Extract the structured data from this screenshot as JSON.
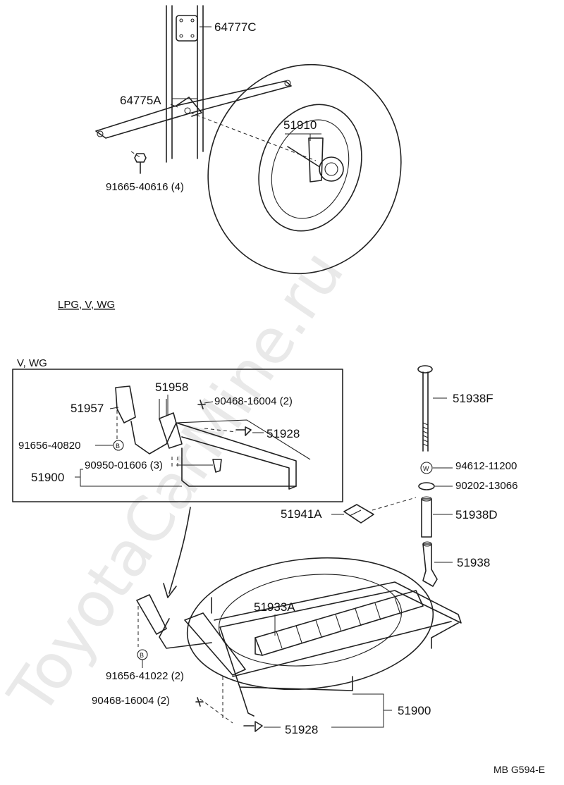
{
  "watermark": "ToyotaCarMine.ru",
  "footer_code": "MB G594-E",
  "section_labels": {
    "variant_main": "LPG, V, WG",
    "variant_inset": "V, WG"
  },
  "callouts": {
    "p64777c": "64777C",
    "p64775a": "64775A",
    "p51910": "51910",
    "p91665": "91665-40616 (4)",
    "p51958": "51958",
    "p51957": "51957",
    "p90468_top": "90468-16004 (2)",
    "p51928_top": "51928",
    "p91656_40820": "91656-40820",
    "p90950": "90950-01606 (3)",
    "p51900_top": "51900",
    "p51938f": "51938F",
    "p94612": "94612-11200",
    "p90202": "90202-13066",
    "p51941a": "51941A",
    "p51938d": "51938D",
    "p51938": "51938",
    "p51933a": "51933A",
    "p91656_41022": "91656-41022 (2)",
    "p90468_bot": "90468-16004 (2)",
    "p51900_bot": "51900",
    "p51928_bot": "51928"
  },
  "symbols": {
    "ref_b": "B",
    "washer_w": "W"
  }
}
